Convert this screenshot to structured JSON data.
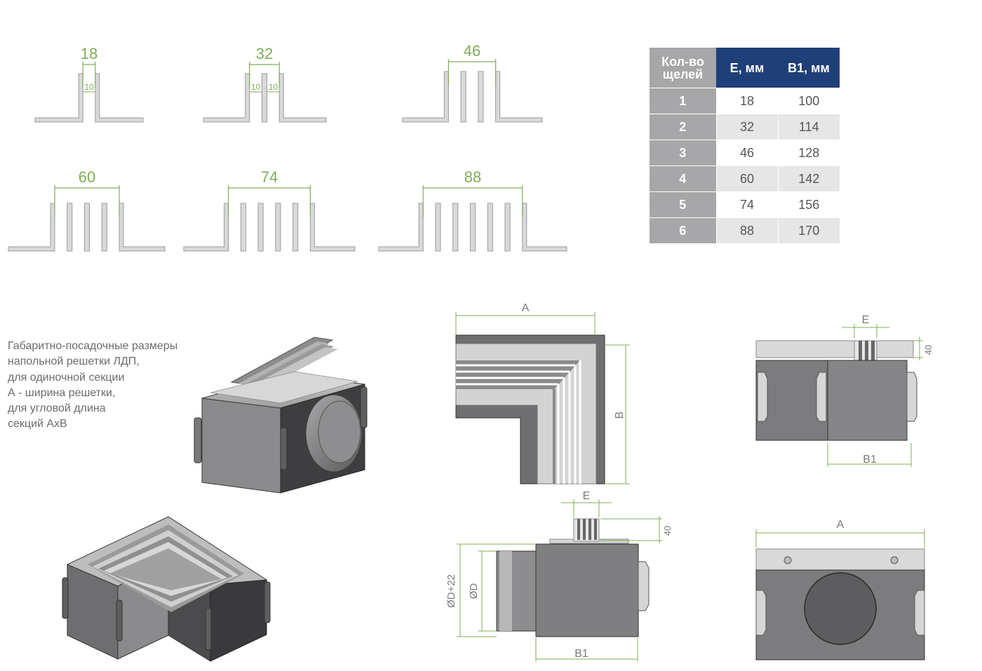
{
  "profiles": [
    {
      "width_label": "18",
      "slots": 1,
      "slot_labels": [
        "10"
      ]
    },
    {
      "width_label": "32",
      "slots": 2,
      "slot_labels": [
        "10",
        "10"
      ]
    },
    {
      "width_label": "46",
      "slots": 3,
      "slot_labels": []
    },
    {
      "width_label": "60",
      "slots": 4,
      "slot_labels": []
    },
    {
      "width_label": "74",
      "slots": 5,
      "slot_labels": []
    },
    {
      "width_label": "88",
      "slots": 6,
      "slot_labels": []
    }
  ],
  "table": {
    "headers": [
      "Кол-во щелей",
      "E, мм",
      "B1, мм"
    ],
    "rows": [
      {
        "n": "1",
        "e": "18",
        "b1": "100"
      },
      {
        "n": "2",
        "e": "32",
        "b1": "114"
      },
      {
        "n": "3",
        "e": "46",
        "b1": "128"
      },
      {
        "n": "4",
        "e": "60",
        "b1": "142"
      },
      {
        "n": "5",
        "e": "74",
        "b1": "156"
      },
      {
        "n": "6",
        "e": "88",
        "b1": "170"
      }
    ]
  },
  "caption": [
    "Габаритно-посадочные размеры",
    "напольной решетки ЛДП,",
    "для одиночной секции",
    "А - ширина решетки,",
    "для угловой длина",
    "секций АхВ"
  ],
  "dims": {
    "corner_a": "A",
    "corner_b": "B",
    "side_e": "E",
    "side_40": "40",
    "side_b1": "B1",
    "front_e": "E",
    "front_40": "40",
    "front_dd": "ØD+22",
    "front_d": "ØD",
    "front_b1": "B1",
    "back_a": "A"
  },
  "colors": {
    "dimension_green": "#7fae54",
    "header_blue": "#1f3f79",
    "header_gray": "#a7a7a9",
    "profile_fill": "#d9d9d9",
    "profile_stroke": "#9a9a9a"
  }
}
